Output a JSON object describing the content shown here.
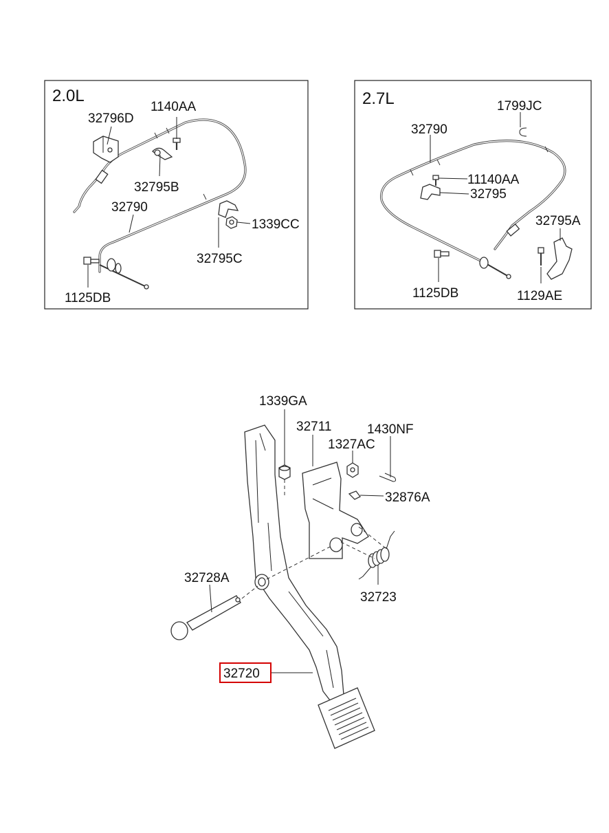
{
  "panels": {
    "left": {
      "title": "2.0L",
      "labels": {
        "p32796D": "32796D",
        "p1140AA": "1140AA",
        "p32795B": "32795B",
        "p32790": "32790",
        "p1339CC": "1339CC",
        "p32795C": "32795C",
        "p1125DB": "1125DB"
      }
    },
    "right": {
      "title": "2.7L",
      "labels": {
        "p1799JC": "1799JC",
        "p32790": "32790",
        "p11140AA": "11140AA",
        "p32795": "32795",
        "p32795A": "32795A",
        "p1125DB": "1125DB",
        "p1129AE": "1129AE"
      }
    }
  },
  "main": {
    "labels": {
      "p1339GA": "1339GA",
      "p32711": "32711",
      "p1430NF": "1430NF",
      "p1327AC": "1327AC",
      "p32876A": "32876A",
      "p32728A": "32728A",
      "p32723": "32723",
      "p32720": "32720"
    },
    "highlighted_part": "32720",
    "highlight_color": "#d40000"
  }
}
